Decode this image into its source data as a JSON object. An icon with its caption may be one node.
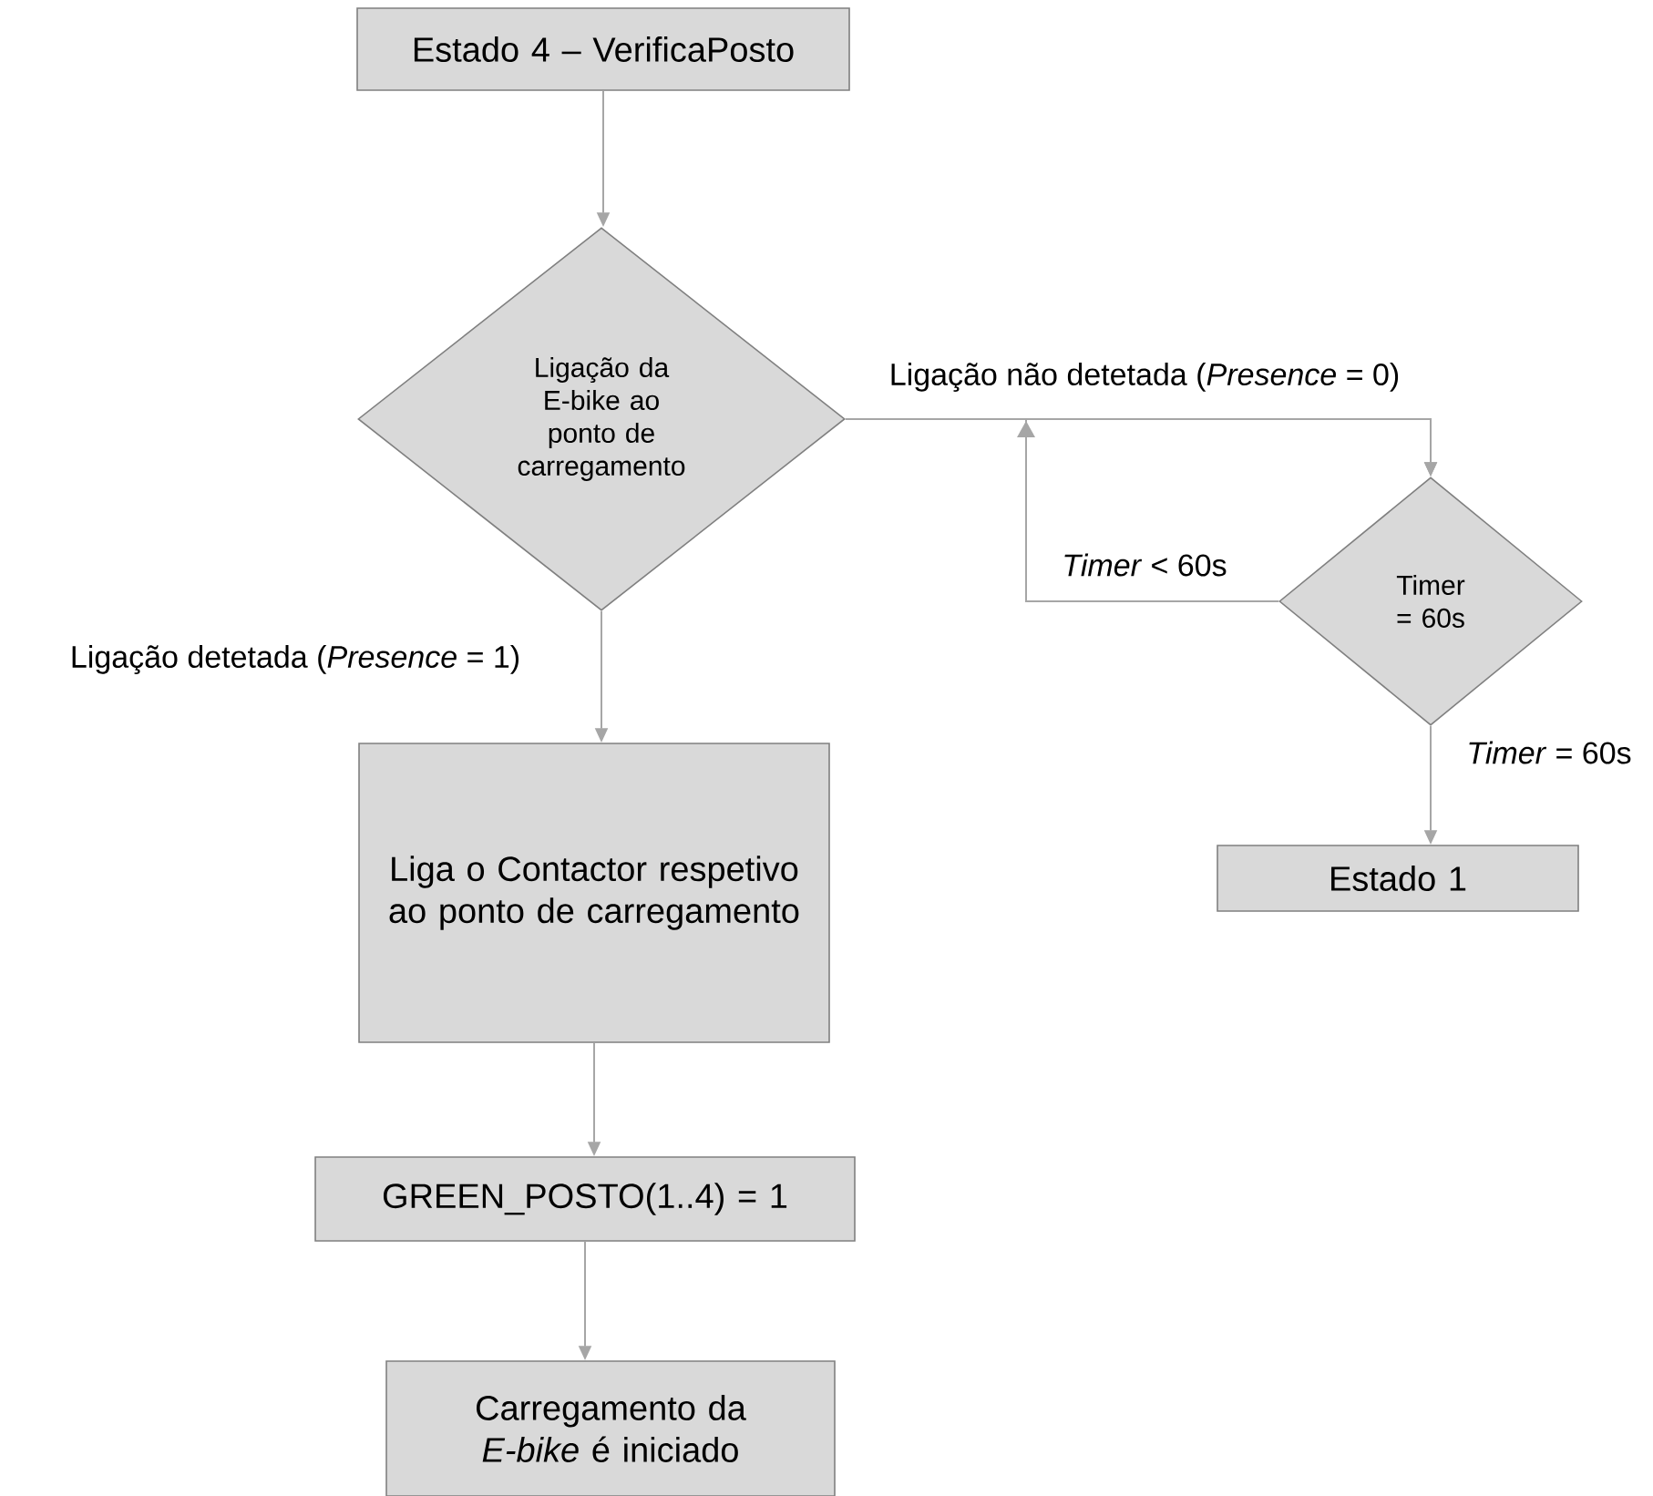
{
  "diagram": {
    "nodes": [
      {
        "text": [
          "Estado 4 – VerificaPosto"
        ]
      },
      {
        "text": [
          "Ligação da E-bike ao ponto de carregamento"
        ]
      },
      {
        "text": [
          "Timer = 60s"
        ]
      },
      {
        "text": [
          "Estado 1"
        ]
      },
      {
        "text": [
          "Liga o Contactor respetivo ao ponto de carregamento"
        ]
      },
      {
        "text": [
          "GREEN_POSTO(1..4) = 1"
        ]
      },
      {
        "text": [
          "Carregamento da *E-bike* é iniciado"
        ]
      }
    ],
    "edges": [
      {
        "from": 0,
        "to": 1,
        "arrow": "to"
      },
      {
        "from": 1,
        "to": 2,
        "arrow": "to",
        "label": "Ligação não detetada (*Presence* = 0)"
      },
      {
        "from": 2,
        "to": 2,
        "arrow": "to",
        "label": "*Timer* < 60s"
      },
      {
        "from": 2,
        "to": 3,
        "arrow": "to",
        "label": "*Timer* = 60s"
      },
      {
        "from": 1,
        "to": 4,
        "arrow": "to",
        "label": "Ligação detetada (*Presence* = 1)"
      },
      {
        "from": 4,
        "to": 5,
        "arrow": "to"
      },
      {
        "from": 5,
        "to": 6,
        "arrow": "to"
      }
    ]
  }
}
